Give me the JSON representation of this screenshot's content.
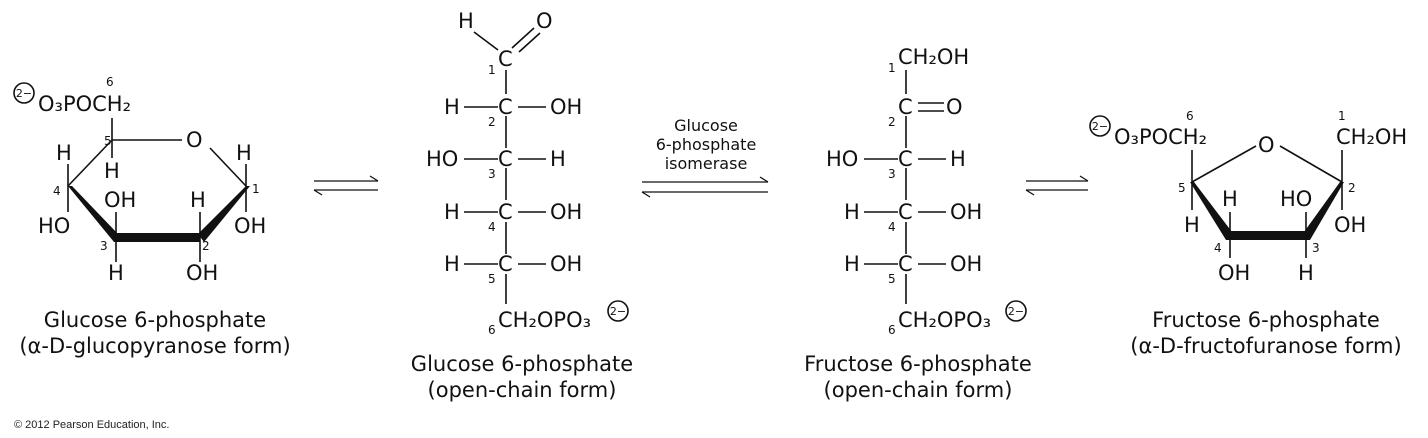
{
  "structures": {
    "glucose_ring": {
      "phosphate_group": "O₃POCH₂",
      "charge": "2−",
      "ring_oxygen": "O",
      "substituents": {
        "H": "H",
        "OH": "OH",
        "HO": "HO"
      },
      "carbon_numbers": [
        "1",
        "2",
        "3",
        "4",
        "5",
        "6"
      ],
      "caption_line1": "Glucose 6-phosphate",
      "caption_line2": "(α-D-glucopyranose form)"
    },
    "glucose_open": {
      "aldehyde_H": "H",
      "aldehyde_O": "O",
      "carbon": "C",
      "H": "H",
      "OH": "OH",
      "HO": "HO",
      "tail": "CH₂OPO₃",
      "charge": "2−",
      "carbon_numbers": [
        "1",
        "2",
        "3",
        "4",
        "5",
        "6"
      ],
      "caption_line1": "Glucose 6-phosphate",
      "caption_line2": "(open-chain form)"
    },
    "fructose_open": {
      "head": "CH₂OH",
      "ketone_O": "O",
      "carbon": "C",
      "H": "H",
      "OH": "OH",
      "HO": "HO",
      "tail": "CH₂OPO₃",
      "charge": "2−",
      "carbon_numbers": [
        "1",
        "2",
        "3",
        "4",
        "5",
        "6"
      ],
      "caption_line1": "Fructose 6-phosphate",
      "caption_line2": "(open-chain form)"
    },
    "fructose_ring": {
      "phosphate_group": "O₃POCH₂",
      "charge": "2−",
      "ring_oxygen": "O",
      "c1_group": "CH₂OH",
      "substituents": {
        "H": "H",
        "OH": "OH",
        "HO": "HO"
      },
      "carbon_numbers": [
        "1",
        "2",
        "3",
        "4",
        "5",
        "6"
      ],
      "caption_line1": "Fructose 6-phosphate",
      "caption_line2": "(α-D-fructofuranose form)"
    }
  },
  "enzyme": {
    "line1": "Glucose",
    "line2": "6-phosphate",
    "line3": "isomerase"
  },
  "copyright": "© 2012 Pearson Education, Inc."
}
